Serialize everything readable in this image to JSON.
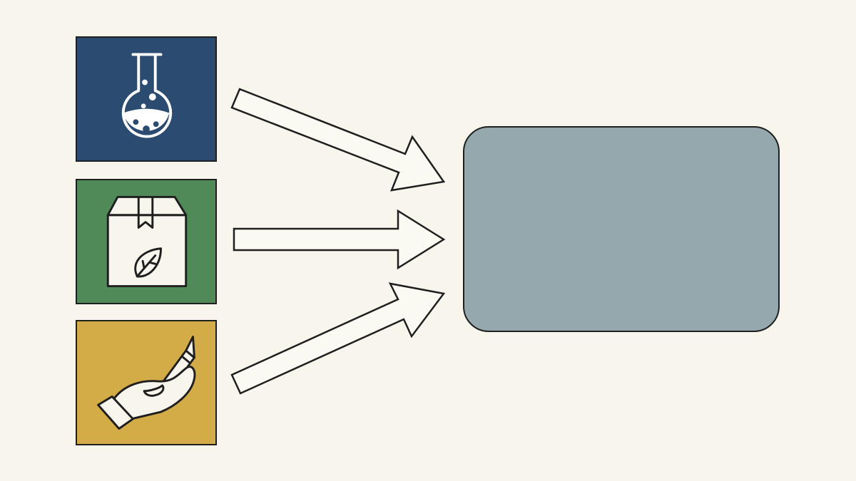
{
  "diagram": {
    "inputs": [
      {
        "icon": "flask-icon",
        "color": "#2b4c70"
      },
      {
        "icon": "eco-package-icon",
        "color": "#4f8a58"
      },
      {
        "icon": "hand-pencil-icon",
        "color": "#d3ac47"
      }
    ],
    "output": {
      "color": "#94a8ae"
    },
    "connectors": [
      "arrow",
      "arrow",
      "arrow"
    ]
  },
  "colors": {
    "background": "#f8f6ec",
    "outline": "#1f1f1f",
    "arrow_fill": "#fbfaf2",
    "icon_line": "#ffffff"
  }
}
